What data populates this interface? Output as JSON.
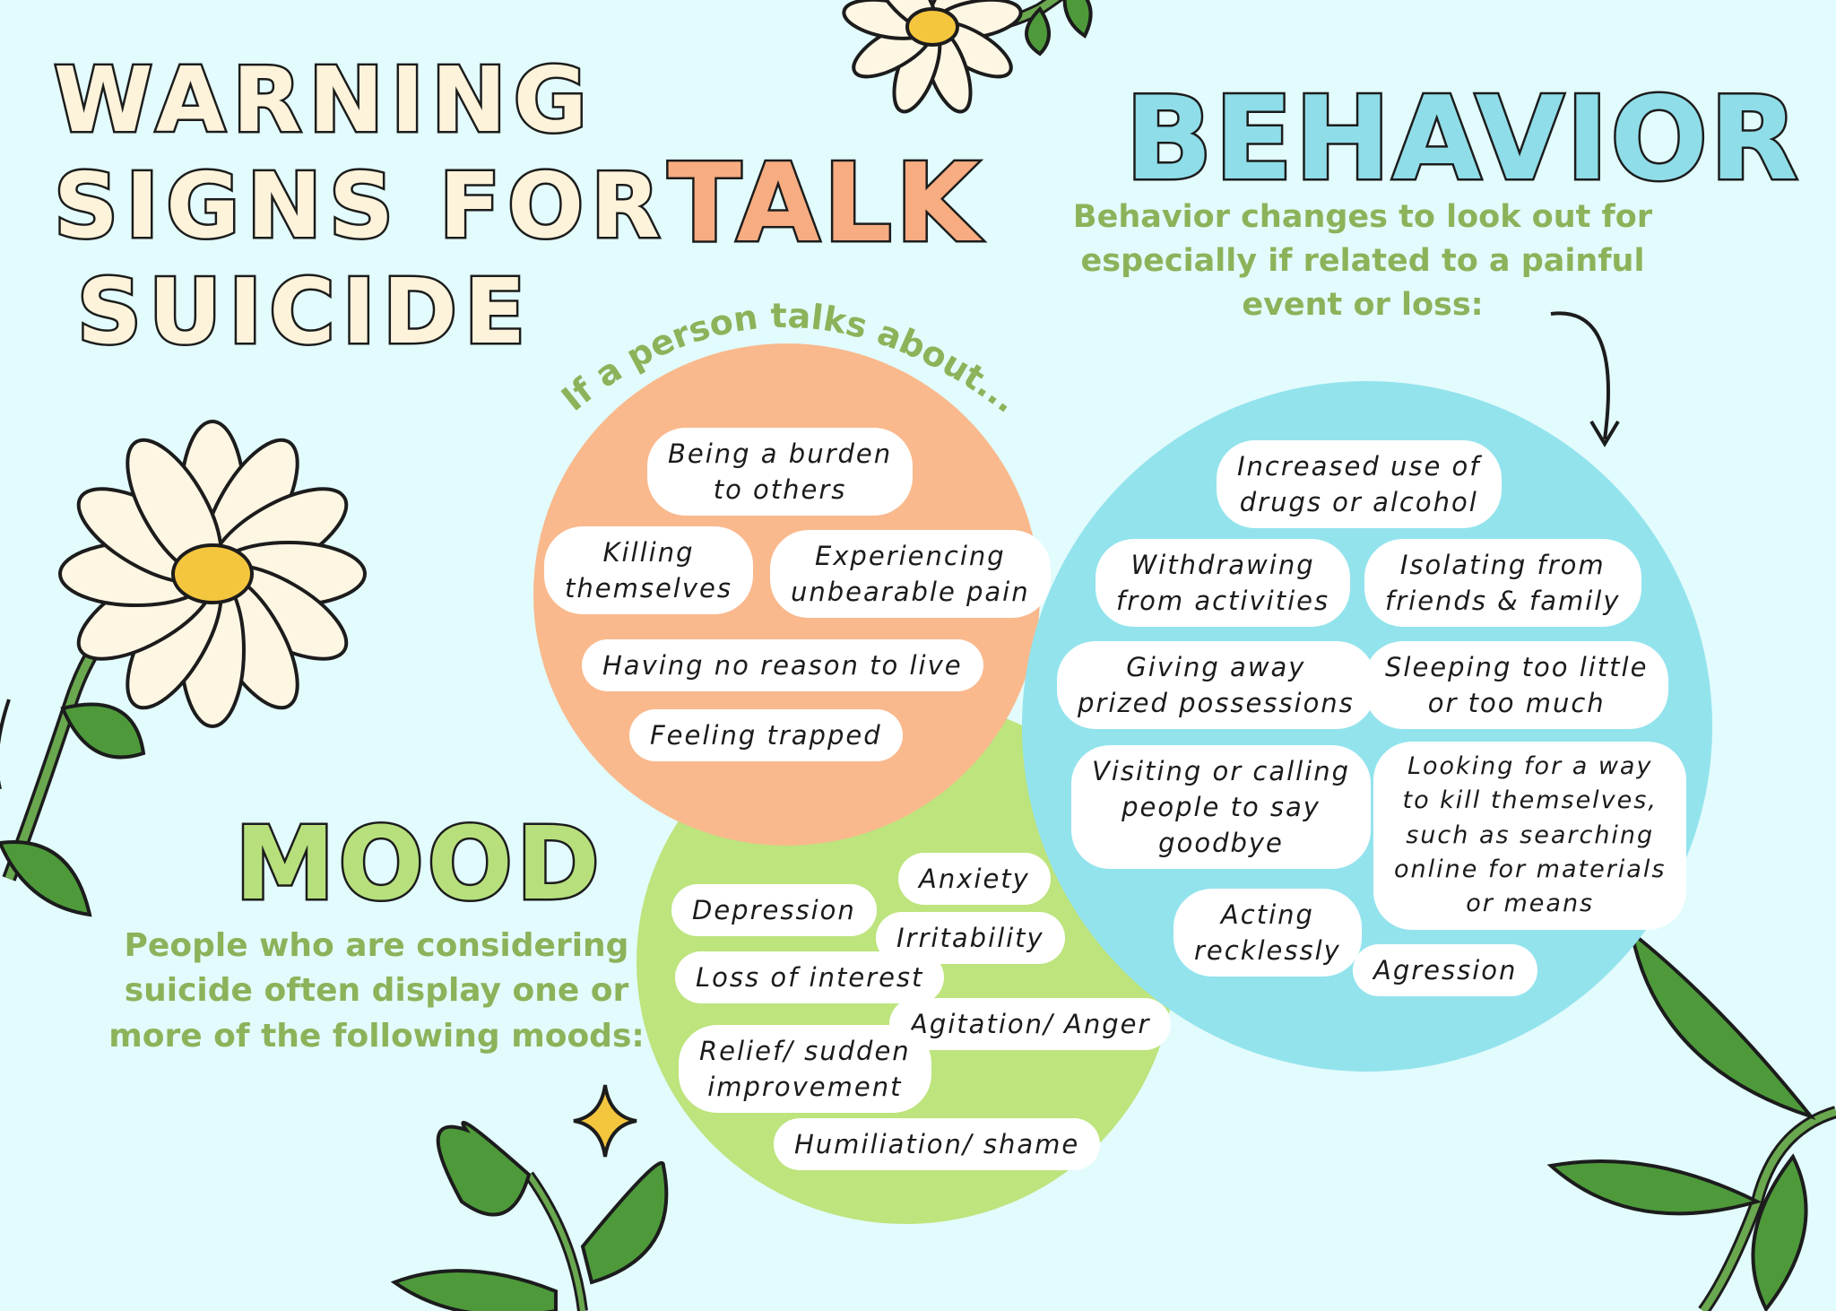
{
  "title": {
    "line1": "WARNING",
    "line2": "SIGNS FOR",
    "line3": "SUICIDE"
  },
  "talk": {
    "heading": "TALK",
    "intro": "If a person talks about...",
    "items": [
      "Being a burden\nto others",
      "Killing\nthemselves",
      "Experiencing\nunbearable pain",
      "Having no reason to live",
      "Feeling trapped"
    ]
  },
  "behavior": {
    "heading": "BEHAVIOR",
    "description": "Behavior changes to look out for especially if related to a painful event or loss:",
    "items": [
      "Increased use of\ndrugs or alcohol",
      "Withdrawing\nfrom activities",
      "Isolating from\nfriends & family",
      "Giving away\nprized possessions",
      "Sleeping too little\nor too much",
      "Visiting or calling\npeople to say\ngoodbye",
      "Looking for a way\nto kill themselves,\nsuch as searching\nonline for materials\nor means",
      "Acting\nrecklessly",
      "Agression"
    ]
  },
  "mood": {
    "heading": "MOOD",
    "description": "People who are considering suicide often display one or more of the following moods:",
    "items": [
      "Anxiety",
      "Depression",
      "Irritability",
      "Loss of interest",
      "Agitation/ Anger",
      "Relief/ sudden\nimprovement",
      "Humiliation/ shame"
    ]
  },
  "colors": {
    "background": "#e2fbfc",
    "talk": "#f9b98d",
    "mood": "#bde47d",
    "behavior": "#93e3ed",
    "accent_green": "#8bb35a",
    "title_cream": "#fdf3da"
  },
  "icons": [
    "daisy-flower-icon",
    "leaf-sprig-icon",
    "sparkle-star-icon",
    "curved-arrow-icon"
  ]
}
